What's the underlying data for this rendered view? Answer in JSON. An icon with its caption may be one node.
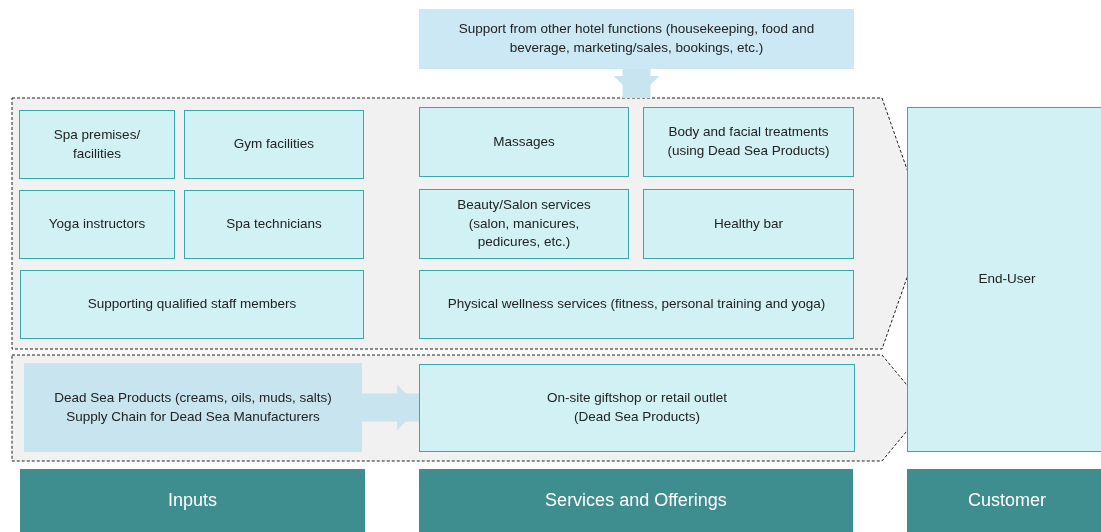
{
  "diagram": {
    "nodes": [
      {
        "text": [
          "Support from other hotel functions (housekeeping, food and beverage, marketing/sales, bookings, etc.)"
        ]
      },
      {
        "text": [],
        "shape": "chevron"
      },
      {
        "text": [
          "Spa premises/ facilities"
        ],
        "in": 1
      },
      {
        "text": [
          "Gym facilities"
        ],
        "in": 1
      },
      {
        "text": [
          "Yoga instructors"
        ],
        "in": 1
      },
      {
        "text": [
          "Spa technicians"
        ],
        "in": 1
      },
      {
        "text": [
          "Supporting qualified staff members"
        ],
        "in": 1
      },
      {
        "text": [
          "Massages"
        ],
        "in": 1
      },
      {
        "text": [
          "Body and facial treatments (using Dead Sea Products)"
        ],
        "in": 1
      },
      {
        "text": [
          "Beauty/Salon services (salon, manicures, pedicures, etc.)"
        ],
        "in": 1
      },
      {
        "text": [
          "Healthy bar"
        ],
        "in": 1
      },
      {
        "text": [
          "Physical wellness services (fitness, personal training and yoga)"
        ],
        "in": 1
      },
      {
        "text": [],
        "shape": "chevron"
      },
      {
        "text": [
          "Dead Sea Products (creams, oils, muds, salts)",
          "Supply Chain for Dead Sea Manufacturers"
        ],
        "in": 12
      },
      {
        "text": [
          "On-site giftshop or retail outlet (Dead Sea Products)"
        ],
        "in": 12
      },
      {
        "text": [
          "End-User"
        ]
      },
      {
        "text": [
          "Inputs"
        ]
      },
      {
        "text": [
          "Services and Offerings"
        ]
      },
      {
        "text": [
          "Customer"
        ]
      }
    ],
    "edges": [
      {
        "from": 0,
        "to": 1,
        "arrow": "to"
      },
      {
        "from": 13,
        "to": 14,
        "arrow": "to"
      }
    ]
  }
}
